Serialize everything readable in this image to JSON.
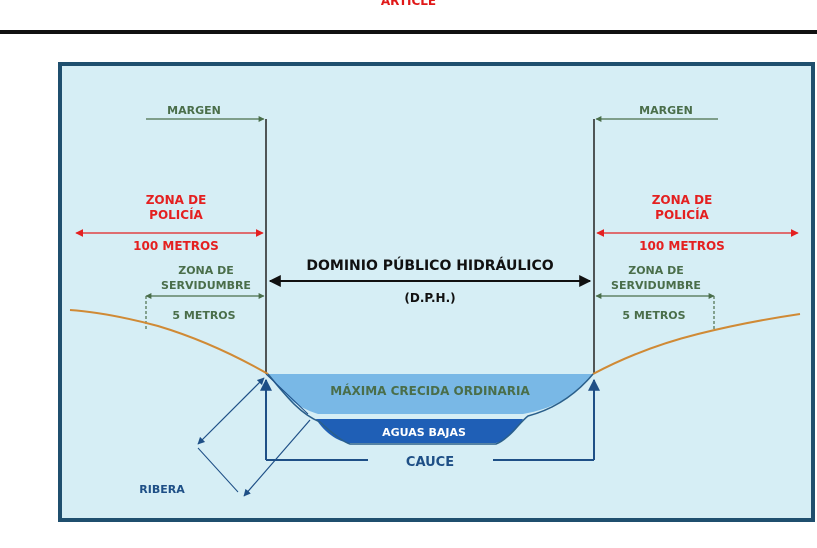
{
  "header": {
    "top_text": "ARTICLE"
  },
  "diagram": {
    "margen_left": "MARGEN",
    "margen_right": "MARGEN",
    "zona_policia_left": [
      "ZONA DE",
      "POLICÍA"
    ],
    "zona_policia_right": [
      "ZONA DE",
      "POLICÍA"
    ],
    "cien_metros_left": "100 METROS",
    "cien_metros_right": "100 METROS",
    "zona_servidumbre_left": [
      "ZONA DE",
      "SERVIDUMBRE"
    ],
    "zona_servidumbre_right": [
      "ZONA DE",
      "SERVIDUMBRE"
    ],
    "cinco_metros_left": "5 METROS",
    "cinco_metros_right": "5 METROS",
    "dph_title": "DOMINIO PÚBLICO HIDRÁULICO",
    "dph_abbr": "(D.P.H.)",
    "maxima_crecida": "MÁXIMA CRECIDA ORDINARIA",
    "aguas_bajas": "AGUAS BAJAS",
    "cauce": "CAUCE",
    "ribera": "RIBERA"
  },
  "colors": {
    "background": "#d6eef5",
    "frame": "#1f4f6e",
    "red": "#e42020",
    "green": "#4a6e4a",
    "black": "#111111",
    "ground": "#d08a35",
    "water_high": "#79b8e6",
    "water_low": "#1f5fb6",
    "blue_text": "#1e4f86"
  }
}
